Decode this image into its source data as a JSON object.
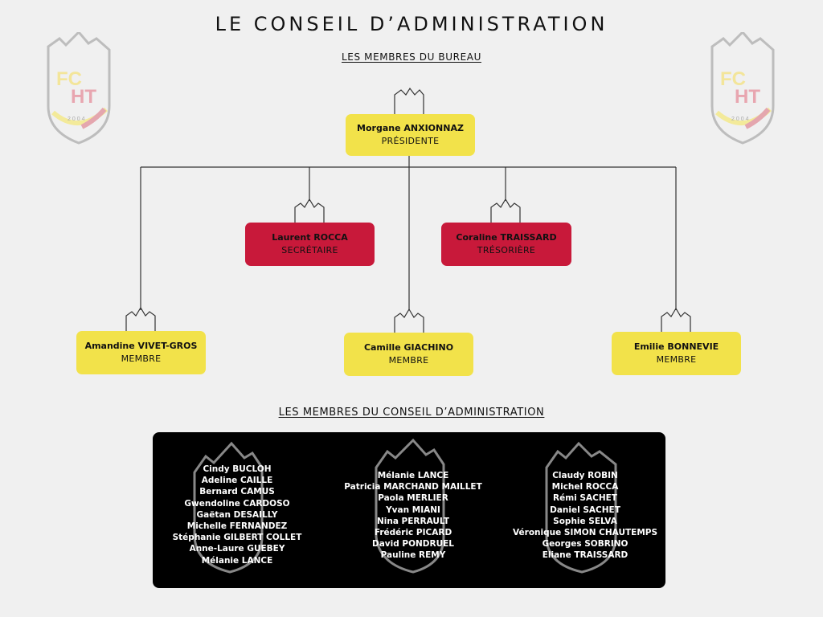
{
  "title": "LE CONSEIL D’ADMINISTRATION",
  "bureau_heading": "LES MEMBRES DU BUREAU",
  "council_heading": "LES MEMBRES DU CONSEIL D’ADMINISTRATION",
  "logo": {
    "text": "FCHT",
    "year": "2004"
  },
  "colors": {
    "background": "#f0f0f0",
    "yellow": "#f2e24a",
    "red": "#c8193a",
    "panel": "#000000"
  },
  "bureau": {
    "president": {
      "name": "Morgane ANXIONNAZ",
      "role": "PRÉSIDENTE"
    },
    "secretary": {
      "name": "Laurent ROCCA",
      "role": "SECRÉTAIRE"
    },
    "treasurer": {
      "name": "Coraline TRAISSARD",
      "role": "TRÉSORIÈRE"
    },
    "member_left": {
      "name": "Amandine VIVET-GROS",
      "role": "MEMBRE"
    },
    "member_center": {
      "name": "Camille GIACHINO",
      "role": "MEMBRE"
    },
    "member_right": {
      "name": "Emilie BONNEVIE",
      "role": "MEMBRE"
    }
  },
  "council": {
    "col1": [
      "Cindy BUCLOH",
      "Adeline CAILLE",
      "Bernard CAMUS",
      "Gwendoline CARDOSO",
      "Gaëtan DESAILLY",
      "Michelle FERNANDEZ",
      "Stéphanie GILBERT COLLET",
      "Anne-Laure GUEBEY",
      "Mélanie LANCE"
    ],
    "col2": [
      "Mélanie LANCE",
      "Patricia MARCHAND MAILLET",
      "Paola MERLIER",
      "Yvan MIANI",
      "Nina PERRAULT",
      "Frédéric PICARD",
      "David PONDRUEL",
      "Pauline REMY"
    ],
    "col3": [
      "Claudy ROBIN",
      "Michel ROCCA",
      "Rémi SACHET",
      "Daniel SACHET",
      "Sophie SELVA",
      "Véronique SIMON CHAUTEMPS",
      "Georges SOBRINO",
      "Eliane TRAISSARD"
    ]
  }
}
